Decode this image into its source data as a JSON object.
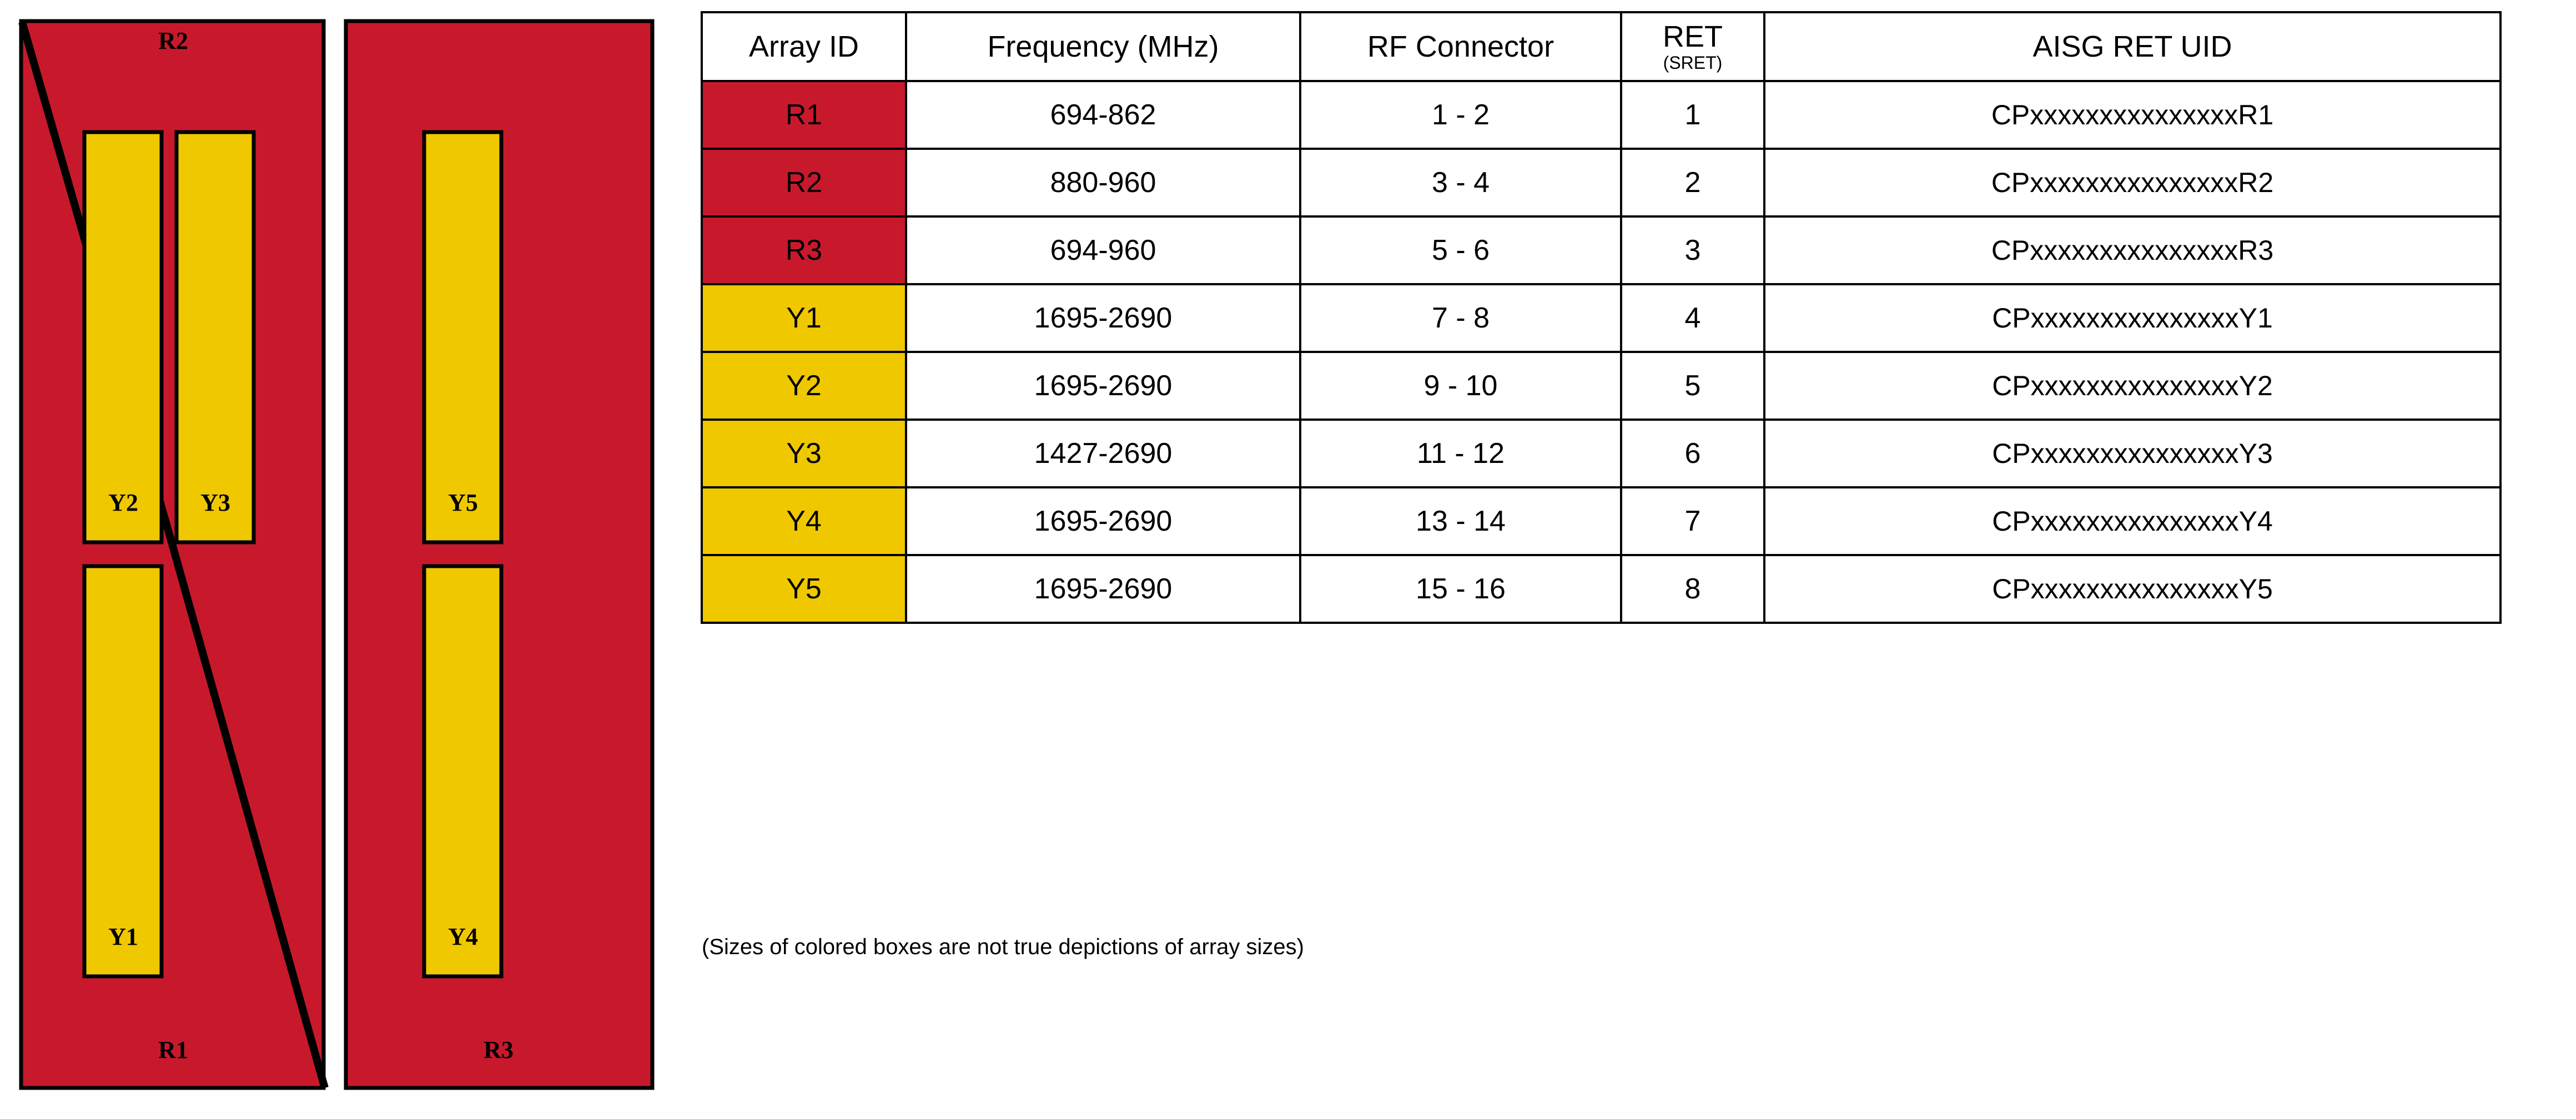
{
  "colors": {
    "red": "#C8192C",
    "yellow": "#EFC800",
    "outline": "#000000",
    "background": "#FFFFFF"
  },
  "diagram": {
    "caption": "Antenna array layout schematic with two red panels containing yellow array boxes",
    "panels": [
      {
        "id": "left-panel",
        "label_top": "R2",
        "label_bottom": "R1"
      },
      {
        "id": "right-panel",
        "label": "R3"
      }
    ],
    "labels": {
      "r2": "R2",
      "r1": "R1",
      "r3": "R3",
      "y1": "Y1",
      "y2": "Y2",
      "y3": "Y3",
      "y4": "Y4",
      "y5": "Y5"
    }
  },
  "table": {
    "headers": {
      "array_id": "Array ID",
      "frequency": "Frequency (MHz)",
      "rf_connector": "RF Connector",
      "ret_main": "RET",
      "ret_sub": "(SRET)",
      "aisg_ret_uid": "AISG RET UID"
    },
    "rows": [
      {
        "array_id": "R1",
        "swatch": "red",
        "frequency": "694-862",
        "rf_connector": "1 - 2",
        "ret": "1",
        "uid": "CPxxxxxxxxxxxxxxxR1"
      },
      {
        "array_id": "R2",
        "swatch": "red",
        "frequency": "880-960",
        "rf_connector": "3 - 4",
        "ret": "2",
        "uid": "CPxxxxxxxxxxxxxxxR2"
      },
      {
        "array_id": "R3",
        "swatch": "red",
        "frequency": "694-960",
        "rf_connector": "5 - 6",
        "ret": "3",
        "uid": "CPxxxxxxxxxxxxxxxR3"
      },
      {
        "array_id": "Y1",
        "swatch": "yellow",
        "frequency": "1695-2690",
        "rf_connector": "7 - 8",
        "ret": "4",
        "uid": "CPxxxxxxxxxxxxxxxY1"
      },
      {
        "array_id": "Y2",
        "swatch": "yellow",
        "frequency": "1695-2690",
        "rf_connector": "9 - 10",
        "ret": "5",
        "uid": "CPxxxxxxxxxxxxxxxY2"
      },
      {
        "array_id": "Y3",
        "swatch": "yellow",
        "frequency": "1427-2690",
        "rf_connector": "11 - 12",
        "ret": "6",
        "uid": "CPxxxxxxxxxxxxxxxY3"
      },
      {
        "array_id": "Y4",
        "swatch": "yellow",
        "frequency": "1695-2690",
        "rf_connector": "13 - 14",
        "ret": "7",
        "uid": "CPxxxxxxxxxxxxxxxY4"
      },
      {
        "array_id": "Y5",
        "swatch": "yellow",
        "frequency": "1695-2690",
        "rf_connector": "15 - 16",
        "ret": "8",
        "uid": "CPxxxxxxxxxxxxxxxY5"
      }
    ]
  },
  "footnote": "(Sizes of colored boxes are not true depictions of array sizes)"
}
